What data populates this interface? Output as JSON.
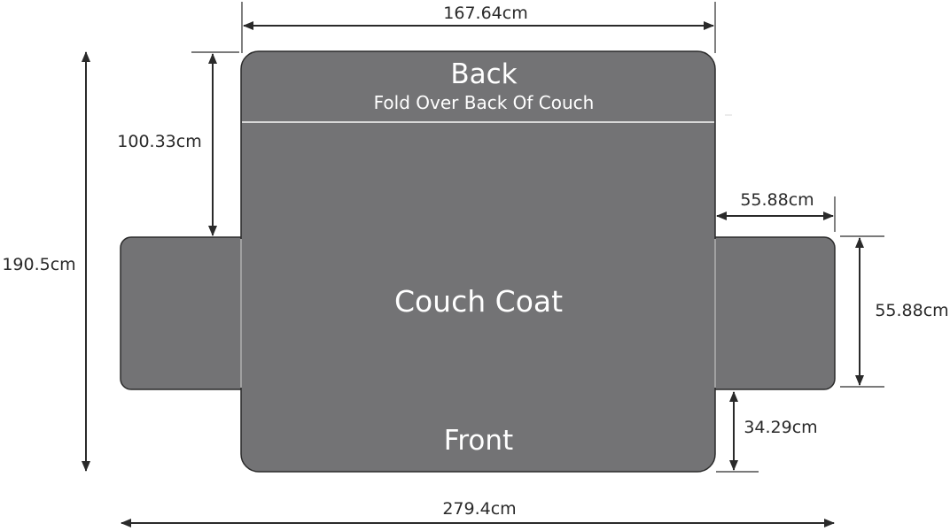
{
  "labels": {
    "back_title": "Back",
    "back_subtitle": "Fold Over Back Of Couch",
    "center_title": "Couch Coat",
    "front_title": "Front"
  },
  "dimensions": {
    "top_width": "167.64cm",
    "back_depth": "100.33cm",
    "total_height": "190.5cm",
    "arm_width": "55.88cm",
    "arm_height": "55.88cm",
    "arm_to_front": "34.29cm",
    "total_width": "279.4cm"
  },
  "colors": {
    "cover_fill": "#737375",
    "seam": "#d8d8d8",
    "outline": "#2b2b2b",
    "dimension_line": "#2a2a2a",
    "panel_text": "#ffffff"
  }
}
